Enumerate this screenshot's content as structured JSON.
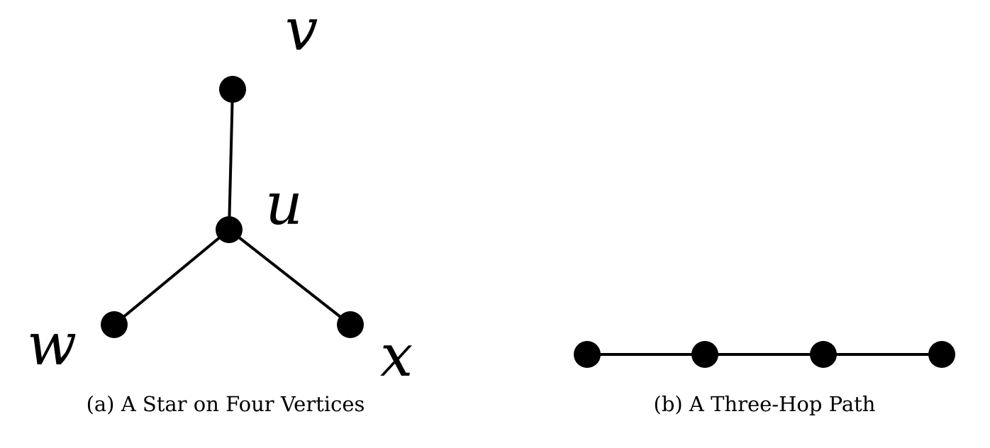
{
  "panels": [
    {
      "caption": "(a) A Star on Four Vertices",
      "vertices": [
        {
          "id": "v",
          "label": "v"
        },
        {
          "id": "u",
          "label": "u"
        },
        {
          "id": "w",
          "label": "w"
        },
        {
          "id": "x",
          "label": "x"
        }
      ],
      "edges": [
        [
          "u",
          "v"
        ],
        [
          "u",
          "w"
        ],
        [
          "u",
          "x"
        ]
      ]
    },
    {
      "caption": "(b) A Three-Hop Path",
      "vertices": [
        {
          "id": "p1"
        },
        {
          "id": "p2"
        },
        {
          "id": "p3"
        },
        {
          "id": "p4"
        }
      ],
      "edges": [
        [
          "p1",
          "p2"
        ],
        [
          "p2",
          "p3"
        ],
        [
          "p3",
          "p4"
        ]
      ]
    }
  ]
}
